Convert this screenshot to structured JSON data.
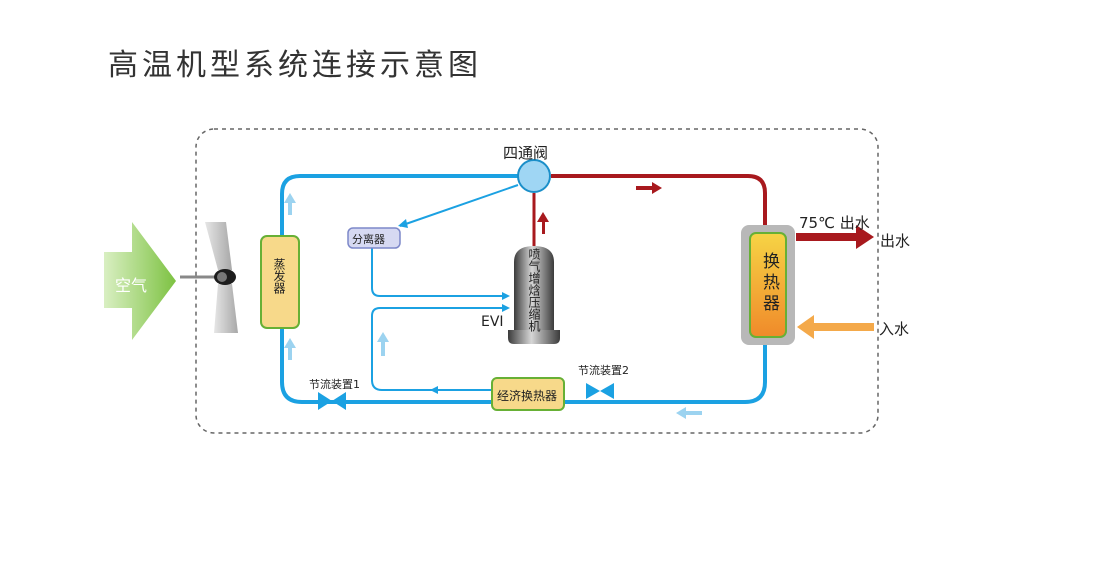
{
  "title": "高温机型系统连接示意图",
  "labels": {
    "four_way_valve": "四通阀",
    "separator": "分离器",
    "compressor": "喷气增焓压缩机",
    "evi": "EVI",
    "evaporator": "蒸发器",
    "heat_exchanger": "换热器",
    "economizer": "经济换热器",
    "throttle_1": "节流装置1",
    "throttle_2": "节流装置2",
    "air": "空气",
    "outlet_temp": "75℃ 出水",
    "water_out": "出水",
    "water_in": "入水"
  },
  "colors": {
    "blue_pipe": "#1ba1e2",
    "red_pipe": "#a8191e",
    "green_arrow": "#7dc242",
    "orange_arrow": "#f4a94a",
    "evaporator_fill": "#f7d98a",
    "evaporator_border": "#67b035",
    "heat_exchanger_fill": "#f6c443",
    "valve_fill": "#9fd6f4"
  },
  "icons": [
    "fan-icon",
    "valve-icon",
    "flow-arrow-icon"
  ]
}
